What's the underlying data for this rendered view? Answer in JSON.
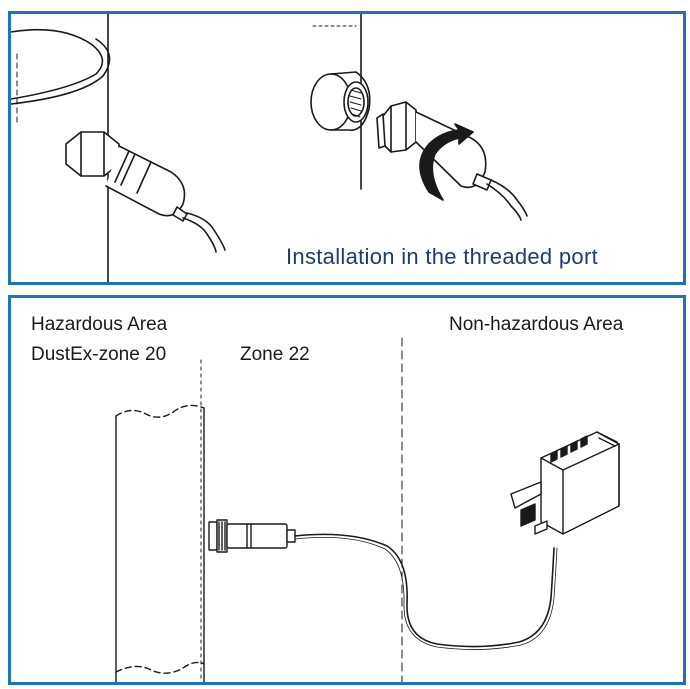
{
  "top_panel": {
    "caption": "Installation in the threaded port"
  },
  "bottom_panel": {
    "hazardous_area": "Hazardous Area",
    "dustex_zone": "DustEx-zone 20",
    "zone22": "Zone 22",
    "non_hazardous_area": "Non-hazardous Area"
  },
  "colors": {
    "frame": "#1b75bc",
    "caption_text": "#1f3c6e",
    "line_art": "#1a1a1a"
  }
}
